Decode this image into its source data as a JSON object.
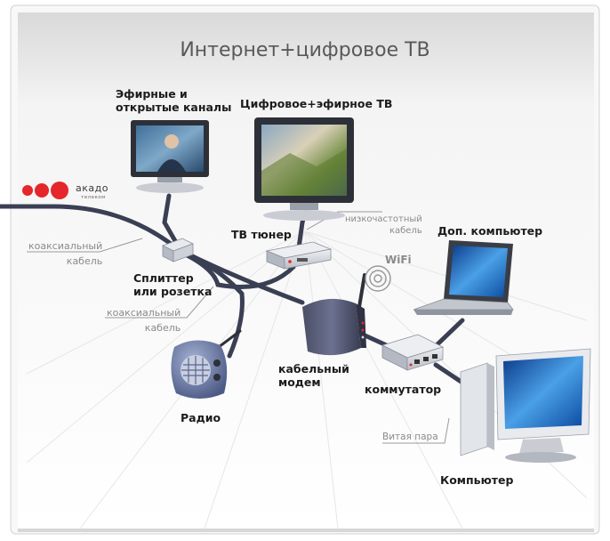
{
  "title": "Интернет+цифровое ТВ",
  "brand": {
    "name": "акадо",
    "sub": "телеком",
    "color": "#e5262a"
  },
  "labels": {
    "analog_tv": "Эфирные и\nоткрытые каналы",
    "digital_tv": "Цифровое+эфирное ТВ",
    "tv_tuner": "ТВ тюнер",
    "lowfreq_cable": "низкочастотный\nкабель",
    "extra_computer": "Доп. компьютер",
    "coax_cable_1": "коаксиальный\nкабель",
    "splitter": "Сплиттер\nили розетка",
    "coax_cable_2": "коаксиальный\nкабель",
    "wifi": "WiFi",
    "cable_modem": "кабельный\nмодем",
    "switch": "коммутатор",
    "radio": "Радио",
    "twisted_pair": "Витая пара",
    "computer": "Компьютер"
  },
  "colors": {
    "cable": "#3a3f54",
    "device_grey": "#cfd2d8",
    "screen_frame": "#2d3038"
  }
}
